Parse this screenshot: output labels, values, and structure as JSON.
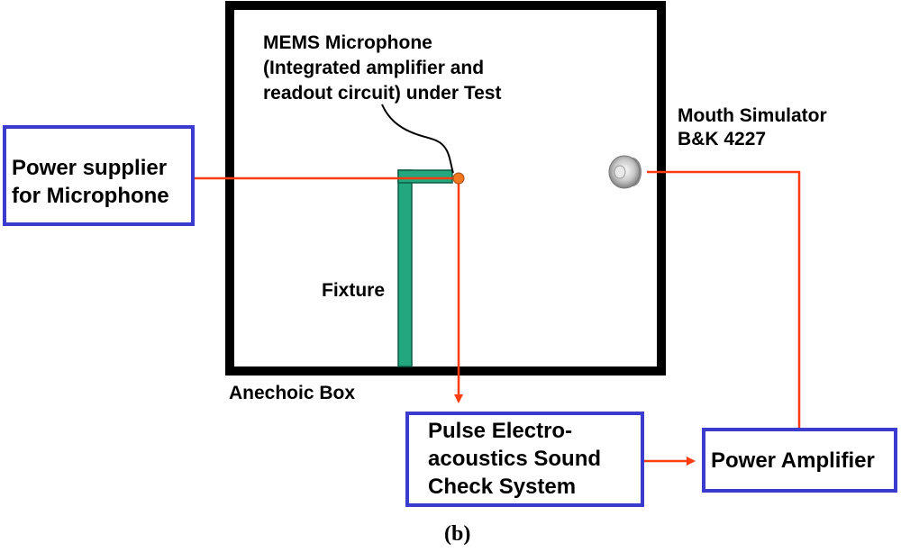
{
  "labels": {
    "mic": [
      "MEMS Microphone",
      "(Integrated amplifier and",
      "readout circuit) under Test"
    ],
    "mouth": [
      "Mouth Simulator",
      "B&K 4227"
    ],
    "fixture": "Fixture",
    "anechoic_box": "Anechoic Box"
  },
  "blocks": {
    "power_supply": [
      "Power supplier",
      "for Microphone"
    ],
    "pulse": [
      "Pulse Electro-",
      "acoustics Sound",
      "Check System"
    ],
    "power_amplifier": "Power Amplifier"
  },
  "caption": "(b)",
  "colors": {
    "box_border": "#000000",
    "block_border": "#3b3bd0",
    "wire": "#ff3b0f",
    "fixture": "#22a77f",
    "microphone": "#f07820"
  }
}
